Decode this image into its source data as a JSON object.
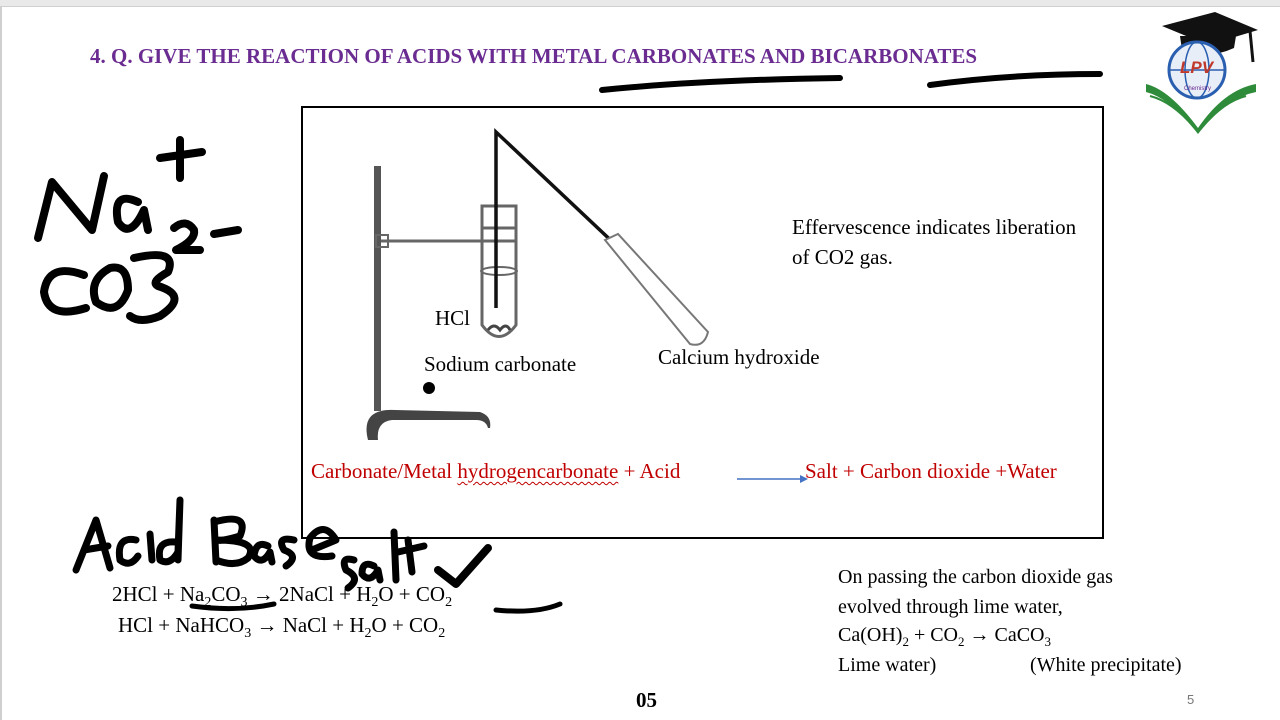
{
  "title": "4. Q.  GIVE THE REACTION OF ACIDS WITH METAL CARBONATES AND BICARBONATES",
  "logo": {
    "text": "LPV",
    "subtext": "Chemistry"
  },
  "diagram": {
    "hcl_label": "HCl",
    "sodium_carbonate_label": "Sodium carbonate",
    "calcium_hydroxide_label": "Calcium hydroxide",
    "effervescence_line1": "Effervescence indicates liberation",
    "effervescence_line2": "of CO2 gas."
  },
  "general_equation": {
    "part1": "Carbonate/Metal ",
    "part2": "hydrogencarbonate",
    "part3": " + Acid",
    "part4": "Salt + Carbon dioxide +Water"
  },
  "equations": {
    "eq1": {
      "a": "2HCl  +  Na",
      "a_sub": "2",
      "b": "CO",
      "b_sub": "3",
      "c": " → 2NaCl  +  H",
      "c_sub": "2",
      "d": "O  +  CO",
      "d_sub": "2"
    },
    "eq2": {
      "a": "HCl +  NaHCO",
      "a_sub": "3",
      "b": " → NaCl  +  H",
      "b_sub": "2",
      "c": "O  +  CO",
      "c_sub": "2"
    }
  },
  "lime_water": {
    "line1": "On passing the carbon dioxide gas",
    "line2": "evolved through lime water,",
    "line3_a": "Ca(OH)",
    "line3_a_sub": "2",
    "line3_b": " + CO",
    "line3_b_sub": "2",
    "line3_c": " →  CaCO",
    "line3_c_sub": "3",
    "line4_a": "Lime water)",
    "line4_b": "(White precipitate)"
  },
  "page_number": "05",
  "slide_number": "5",
  "colors": {
    "title": "#6a2c91",
    "equation": "#c00000",
    "arrow": "#4472c4"
  }
}
